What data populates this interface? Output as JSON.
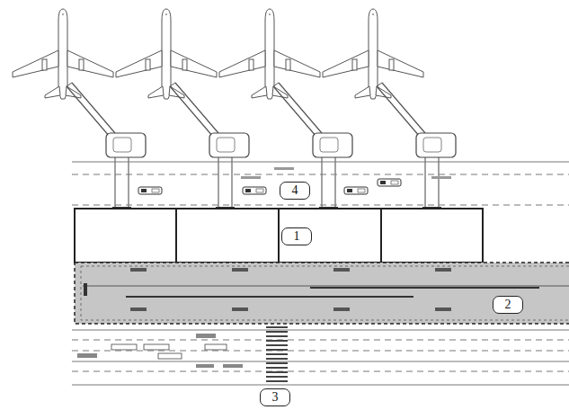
{
  "diagram": {
    "nodes": [
      {
        "text": [
          "4"
        ]
      },
      {
        "text": [
          "1"
        ]
      },
      {
        "text": [
          "2"
        ]
      },
      {
        "text": [
          "3"
        ]
      }
    ]
  }
}
